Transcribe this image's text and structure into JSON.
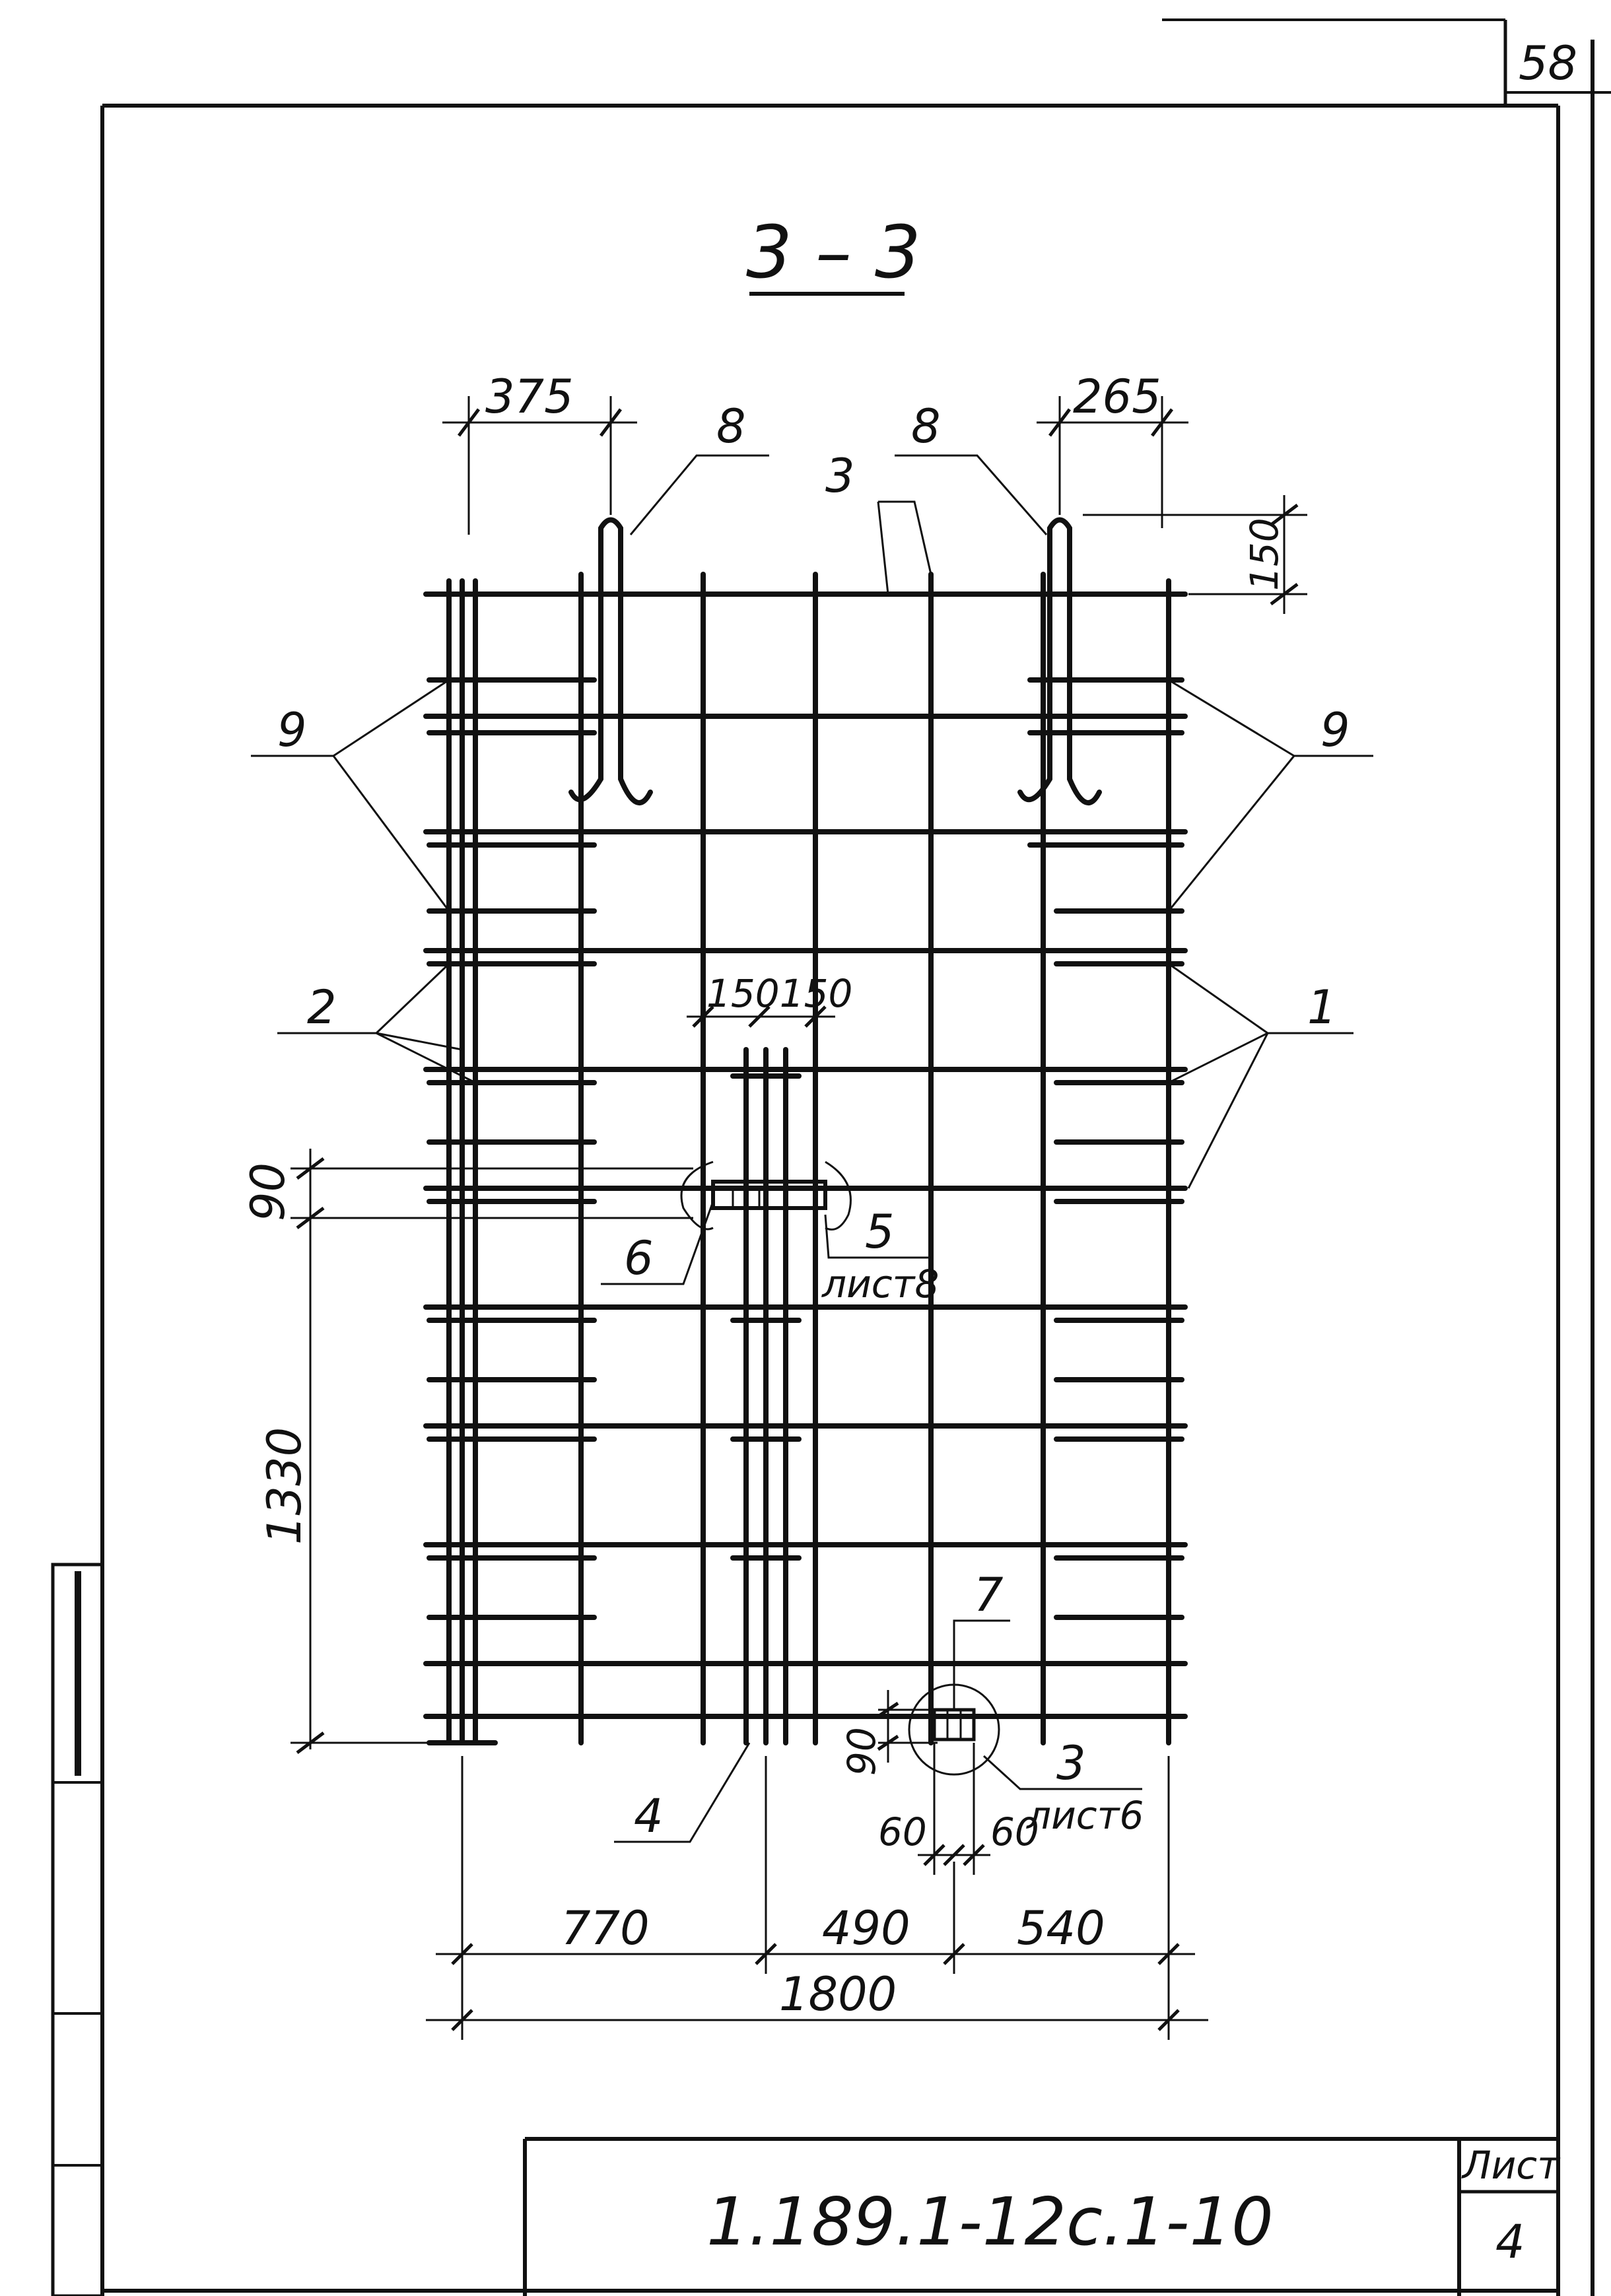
{
  "sheet_number_top": "58",
  "section_title": "3 – 3",
  "dimensions": {
    "top_left": "375",
    "top_right": "265",
    "right_vertical": "150",
    "center_pair": "150150",
    "left_spacing": "90",
    "left_height": "1330",
    "bottom_spacing": "90",
    "bottom_small_left": "60",
    "bottom_small_right": "60",
    "bottom_seg_1": "770",
    "bottom_seg_2": "490",
    "bottom_seg_3": "540",
    "bottom_total": "1800"
  },
  "callouts": {
    "mark_8_left": "8",
    "mark_8_right": "8",
    "mark_3": "3",
    "mark_9_left": "9",
    "mark_9_right": "9",
    "mark_2": "2",
    "mark_1": "1",
    "mark_5": "5",
    "mark_5_ref": "лист8",
    "mark_6": "6",
    "mark_7": "7",
    "mark_3_node": "3",
    "mark_3_ref": "лист6",
    "mark_4": "4"
  },
  "title_block": {
    "document_code": "1.189.1-12с.1-10",
    "sheet_label": "Лист",
    "sheet_number": "4"
  }
}
